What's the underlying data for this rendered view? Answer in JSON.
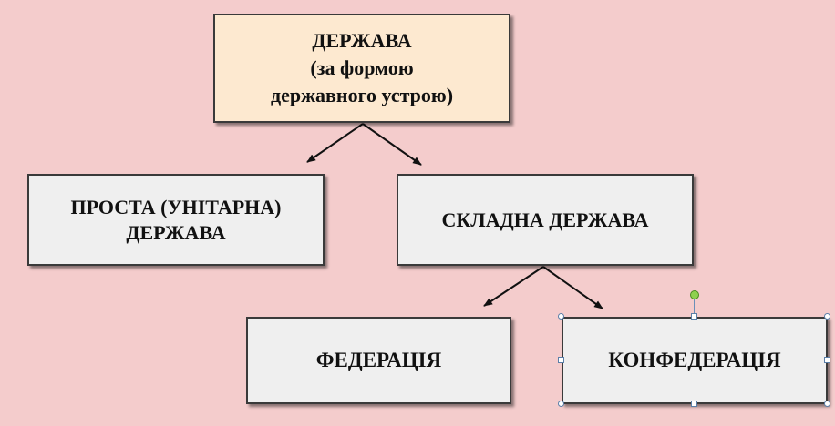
{
  "diagram": {
    "nodes": {
      "root": "ДЕРЖАВА\n(за формою\nдержавного устрою)",
      "simple": "ПРОСТА (УНІТАРНА)\nДЕРЖАВА",
      "complex": "СКЛАДНА ДЕРЖАВА",
      "federation": "ФЕДЕРАЦІЯ",
      "confederation": "КОНФЕДЕРАЦІЯ"
    },
    "colors": {
      "background": "#f4cccc",
      "root_fill": "#fde9d0",
      "node_fill": "#efefef",
      "border": "#3a3a3a",
      "arrow": "#111111",
      "selection_handle": "#5b7fa8",
      "rotate_handle": "#8fd14f"
    },
    "selected_node": "confederation"
  }
}
